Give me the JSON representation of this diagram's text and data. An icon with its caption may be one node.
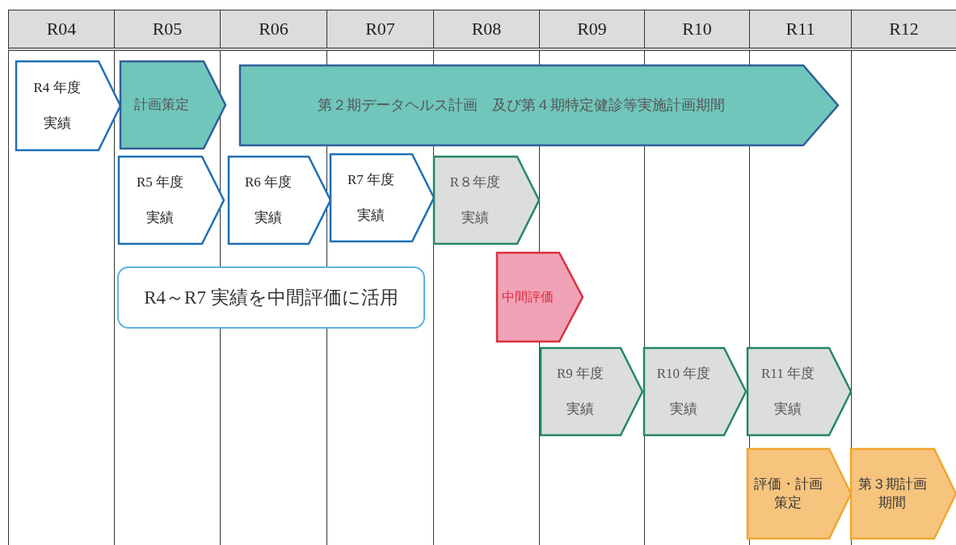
{
  "diagram": {
    "nodes": [
      {
        "text": [
          "R4 年度",
          "実績"
        ]
      },
      {
        "text": [
          "計画策定"
        ]
      },
      {
        "text": [
          "第２期データヘルス計画　及び第４期特定健診等実施計画期間"
        ]
      },
      {
        "text": [
          "R5 年度",
          "実績"
        ]
      },
      {
        "text": [
          "R6 年度",
          "実績"
        ]
      },
      {
        "text": [
          "R7 年度",
          "実績"
        ]
      },
      {
        "text": [
          "R８年度",
          "実績"
        ]
      },
      {
        "text": [
          "R4～R7 実績を中間評価に活用"
        ]
      },
      {
        "text": [
          "中間評価"
        ]
      },
      {
        "text": [
          "R9 年度",
          "実績"
        ]
      },
      {
        "text": [
          "R10 年度",
          "実績"
        ]
      },
      {
        "text": [
          "R11 年度",
          "実績"
        ]
      },
      {
        "text": [
          "評価・計画策定"
        ]
      },
      {
        "text": [
          "第３期計画期間"
        ]
      }
    ],
    "labels": [
      "R04",
      "R05",
      "R06",
      "R07",
      "R08",
      "R09",
      "R10",
      "R11",
      "R12"
    ]
  }
}
